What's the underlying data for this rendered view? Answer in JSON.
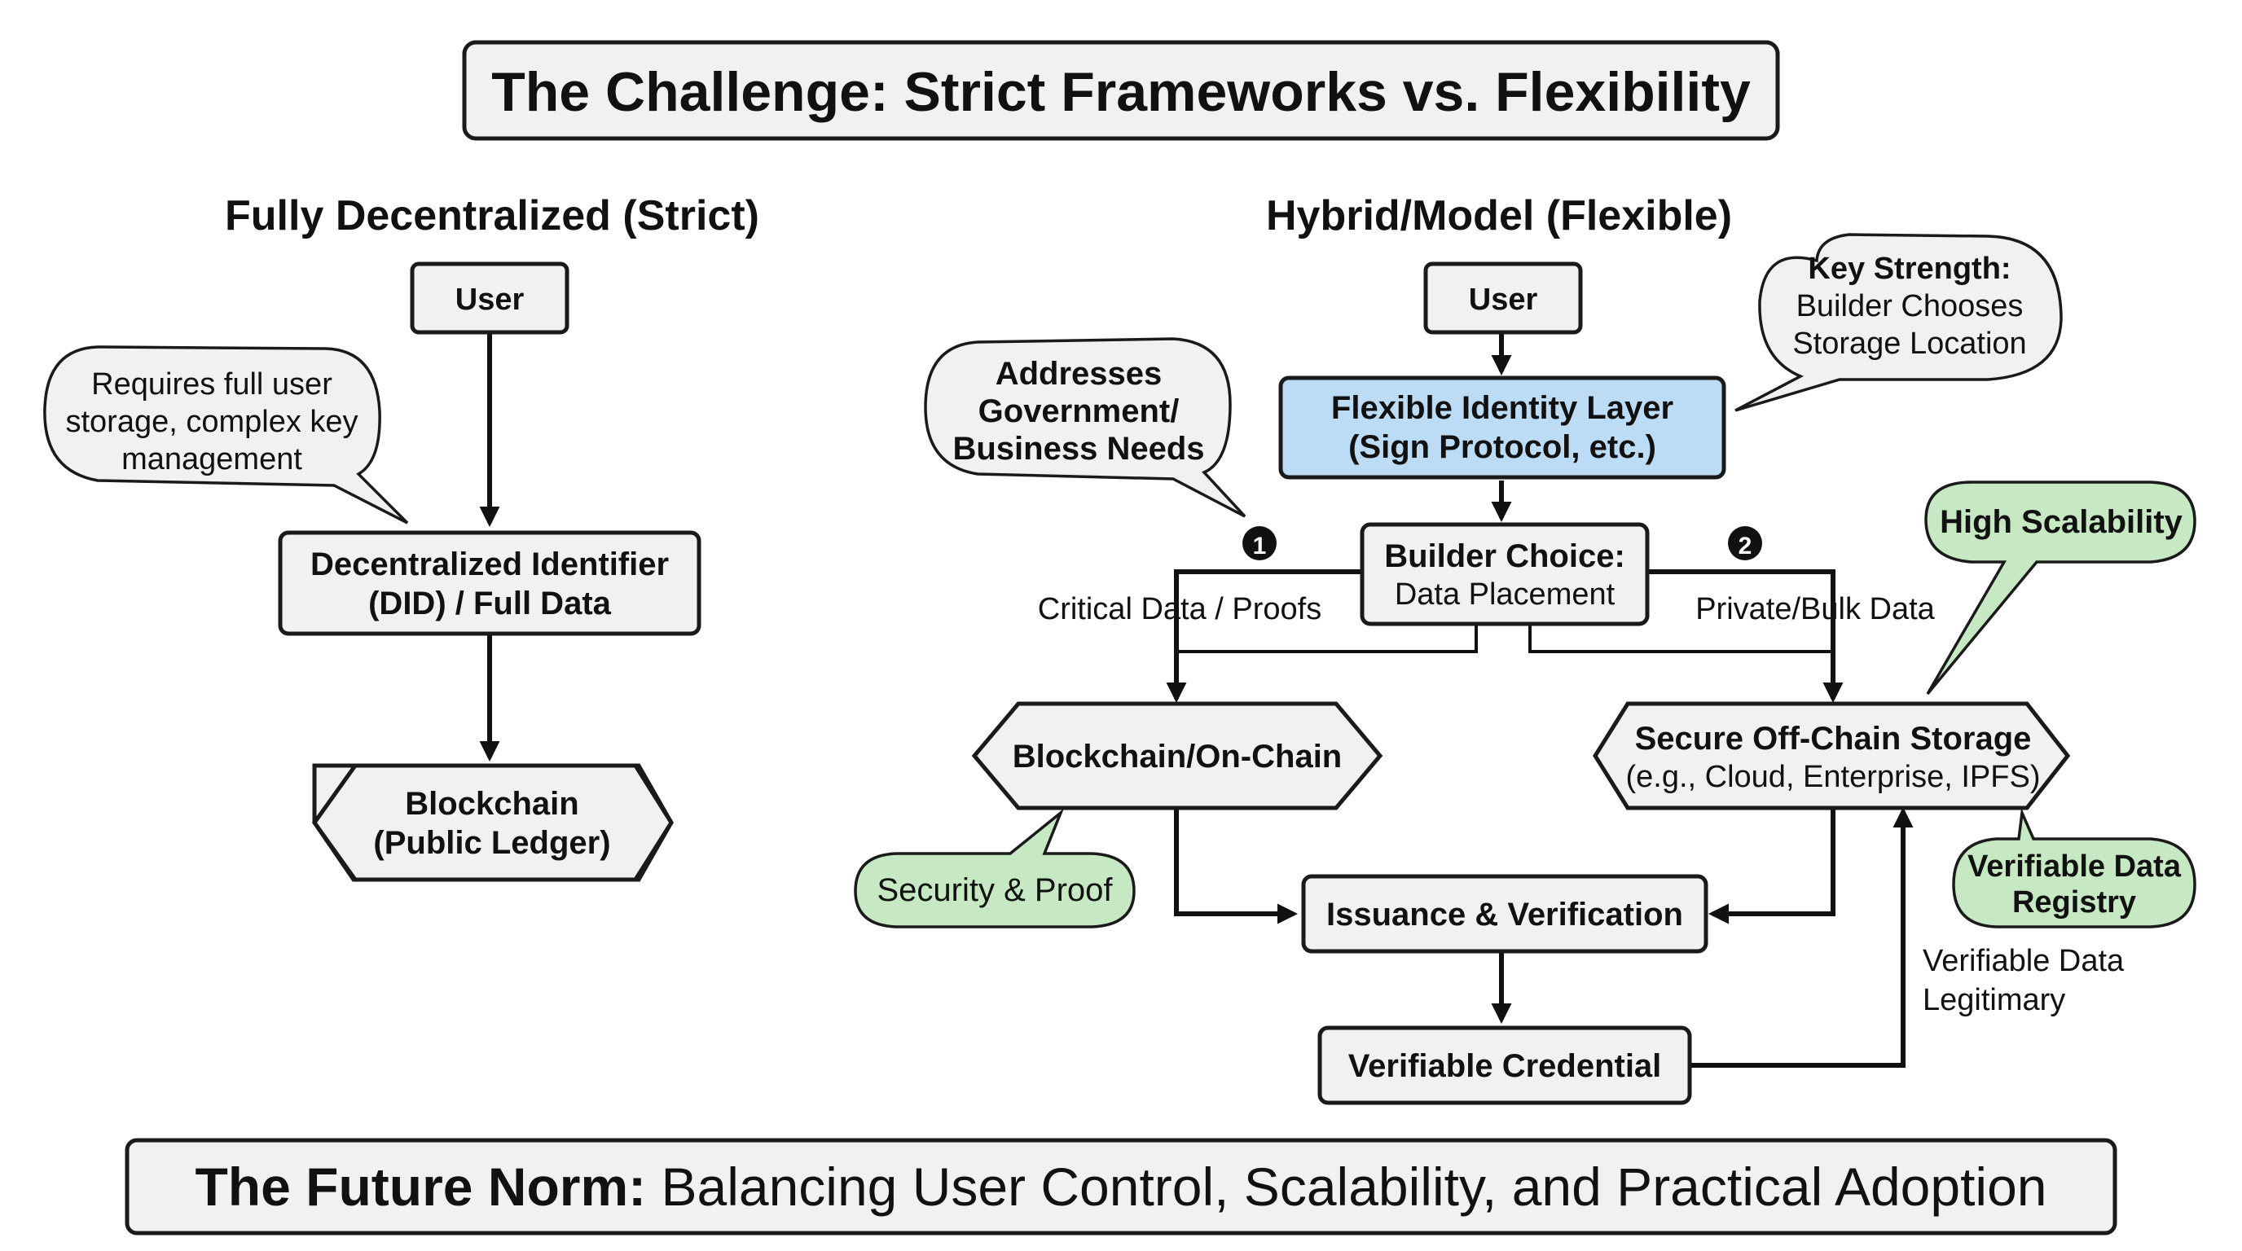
{
  "title": "The Challenge: Strict Frameworks vs. Flexibility",
  "footer": {
    "bold": "The Future Norm:",
    "rest": " Balancing User Control, Scalability, and Practical Adoption"
  },
  "left": {
    "heading": "Fully Decentralized (Strict)",
    "user": "User",
    "note": [
      "Requires full user",
      "storage, complex key",
      "management"
    ],
    "did": [
      "Decentralized Identifier",
      "(DID) / Full Data"
    ],
    "blockchain": [
      "Blockchain",
      "(Public Ledger)"
    ]
  },
  "right": {
    "heading": "Hybrid/Model (Flexible)",
    "user": "User",
    "identity_layer": [
      "Flexible Identity Layer",
      "(Sign Protocol, etc.)"
    ],
    "key_strength": [
      "Key Strength:",
      "Builder Chooses",
      "Storage Location"
    ],
    "addresses": [
      "Addresses",
      "Government/",
      "Business Needs"
    ],
    "builder_choice": [
      "Builder Choice:",
      "Data Placement"
    ],
    "marker_1": "1",
    "marker_2": "2",
    "critical_label": "Critical Data / Proofs",
    "private_label": "Private/Bulk Data",
    "high_scalability": "High Scalability",
    "on_chain": "Blockchain/On-Chain",
    "off_chain": [
      "Secure Off-Chain Storage",
      "(e.g., Cloud, Enterprise, IPFS)"
    ],
    "security_proof": "Security & Proof",
    "verifiable_registry": [
      "Verifiable Data",
      "Registry"
    ],
    "issuance": "Issuance & Verification",
    "credential": "Verifiable Credential",
    "legitimacy_label": [
      "Verifiable Data",
      "Legitimary"
    ]
  },
  "colors": {
    "identity_layer_fill": "#bcdcf6",
    "green_callout_fill": "#c6e8c2",
    "box_fill": "#f1f1f1"
  }
}
